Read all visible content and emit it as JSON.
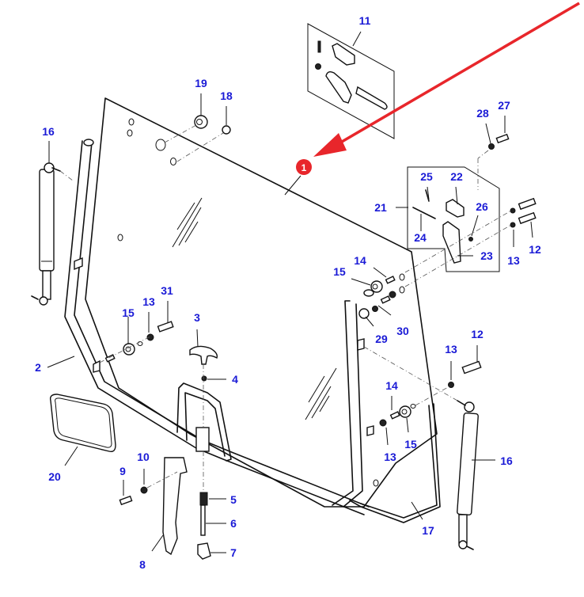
{
  "diagram": {
    "type": "exploded-parts-diagram",
    "subject": "Rear window glass assembly with gas struts, hinges and latch",
    "highlight": {
      "marker_label": "1",
      "marker_color": "#e8262b",
      "arrow_color": "#e8262b",
      "target": "glass panel"
    },
    "label_color": "#1a1ad6",
    "callouts": [
      {
        "id": "c1",
        "text": "11"
      },
      {
        "id": "c2",
        "text": "19"
      },
      {
        "id": "c3",
        "text": "18"
      },
      {
        "id": "c4",
        "text": "16"
      },
      {
        "id": "c5",
        "text": "28"
      },
      {
        "id": "c6",
        "text": "27"
      },
      {
        "id": "c7",
        "text": "25"
      },
      {
        "id": "c8",
        "text": "22"
      },
      {
        "id": "c9",
        "text": "21"
      },
      {
        "id": "c10",
        "text": "26"
      },
      {
        "id": "c11",
        "text": "24"
      },
      {
        "id": "c12",
        "text": "23"
      },
      {
        "id": "c13",
        "text": "13"
      },
      {
        "id": "c14",
        "text": "12"
      },
      {
        "id": "c15",
        "text": "14"
      },
      {
        "id": "c16",
        "text": "15"
      },
      {
        "id": "c17",
        "text": "31"
      },
      {
        "id": "c18",
        "text": "13"
      },
      {
        "id": "c19",
        "text": "15"
      },
      {
        "id": "c20",
        "text": "3"
      },
      {
        "id": "c21",
        "text": "30"
      },
      {
        "id": "c22",
        "text": "29"
      },
      {
        "id": "c23",
        "text": "2"
      },
      {
        "id": "c24",
        "text": "4"
      },
      {
        "id": "c25",
        "text": "12"
      },
      {
        "id": "c26",
        "text": "13"
      },
      {
        "id": "c27",
        "text": "14"
      },
      {
        "id": "c28",
        "text": "20"
      },
      {
        "id": "c29",
        "text": "15"
      },
      {
        "id": "c30",
        "text": "13"
      },
      {
        "id": "c31",
        "text": "10"
      },
      {
        "id": "c32",
        "text": "16"
      },
      {
        "id": "c33",
        "text": "9"
      },
      {
        "id": "c34",
        "text": "5"
      },
      {
        "id": "c35",
        "text": "6"
      },
      {
        "id": "c36",
        "text": "17"
      },
      {
        "id": "c37",
        "text": "7"
      },
      {
        "id": "c38",
        "text": "8"
      }
    ]
  }
}
